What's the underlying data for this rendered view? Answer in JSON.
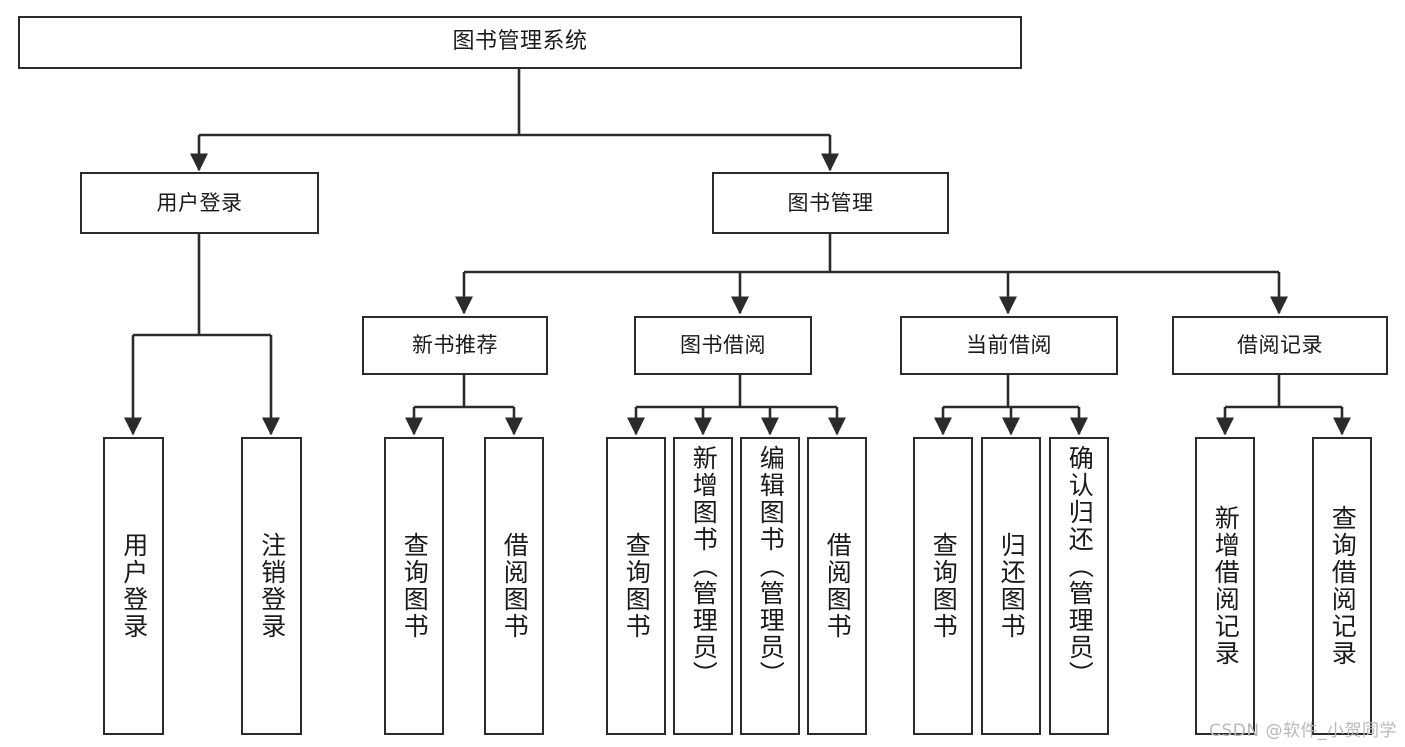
{
  "diagram": {
    "title": "图书管理系统",
    "type": "tree",
    "watermark": "CSDN @软件_小贺同学",
    "colors": {
      "stroke": "#2b2b2b",
      "fill": "#ffffff",
      "text": "#1a1a1a",
      "watermark": "#b9b9b9"
    },
    "levels": {
      "root": "图书管理系统",
      "level2": [
        "用户登录",
        "图书管理"
      ],
      "level3": [
        "新书推荐",
        "图书借阅",
        "当前借阅",
        "借阅记录"
      ]
    },
    "nodes": {
      "root": {
        "label": "图书管理系统"
      },
      "user_login": {
        "label": "用户登录"
      },
      "book_manage": {
        "label": "图书管理"
      },
      "new_book_rec": {
        "label": "新书推荐"
      },
      "book_borrow": {
        "label": "图书借阅"
      },
      "current_borrow": {
        "label": "当前借阅"
      },
      "borrow_record": {
        "label": "借阅记录"
      },
      "leaf_user_login": {
        "label": "用户登录"
      },
      "leaf_user_logout": {
        "label": "注销登录"
      },
      "leaf_query_book_1": {
        "label": "查询图书"
      },
      "leaf_borrow_book_1": {
        "label": "借阅图书"
      },
      "leaf_query_book_2": {
        "label": "查询图书"
      },
      "leaf_add_book": {
        "label": "新增图书（管理员）"
      },
      "leaf_edit_book": {
        "label": "编辑图书（管理员）"
      },
      "leaf_borrow_book_2": {
        "label": "借阅图书"
      },
      "leaf_query_book_3": {
        "label": "查询图书"
      },
      "leaf_return_book": {
        "label": "归还图书"
      },
      "leaf_confirm_return": {
        "label": "确认归还（管理员）"
      },
      "leaf_add_record": {
        "label": "新增借阅记录"
      },
      "leaf_query_record": {
        "label": "查询借阅记录"
      }
    },
    "edges": [
      {
        "from": "root",
        "to": "user_login"
      },
      {
        "from": "root",
        "to": "book_manage"
      },
      {
        "from": "user_login",
        "to": "leaf_user_login"
      },
      {
        "from": "user_login",
        "to": "leaf_user_logout"
      },
      {
        "from": "book_manage",
        "to": "new_book_rec"
      },
      {
        "from": "book_manage",
        "to": "book_borrow"
      },
      {
        "from": "book_manage",
        "to": "current_borrow"
      },
      {
        "from": "book_manage",
        "to": "borrow_record"
      },
      {
        "from": "new_book_rec",
        "to": "leaf_query_book_1"
      },
      {
        "from": "new_book_rec",
        "to": "leaf_borrow_book_1"
      },
      {
        "from": "book_borrow",
        "to": "leaf_query_book_2"
      },
      {
        "from": "book_borrow",
        "to": "leaf_add_book"
      },
      {
        "from": "book_borrow",
        "to": "leaf_edit_book"
      },
      {
        "from": "book_borrow",
        "to": "leaf_borrow_book_2"
      },
      {
        "from": "current_borrow",
        "to": "leaf_query_book_3"
      },
      {
        "from": "current_borrow",
        "to": "leaf_return_book"
      },
      {
        "from": "current_borrow",
        "to": "leaf_confirm_return"
      },
      {
        "from": "borrow_record",
        "to": "leaf_add_record"
      },
      {
        "from": "borrow_record",
        "to": "leaf_query_record"
      }
    ]
  }
}
